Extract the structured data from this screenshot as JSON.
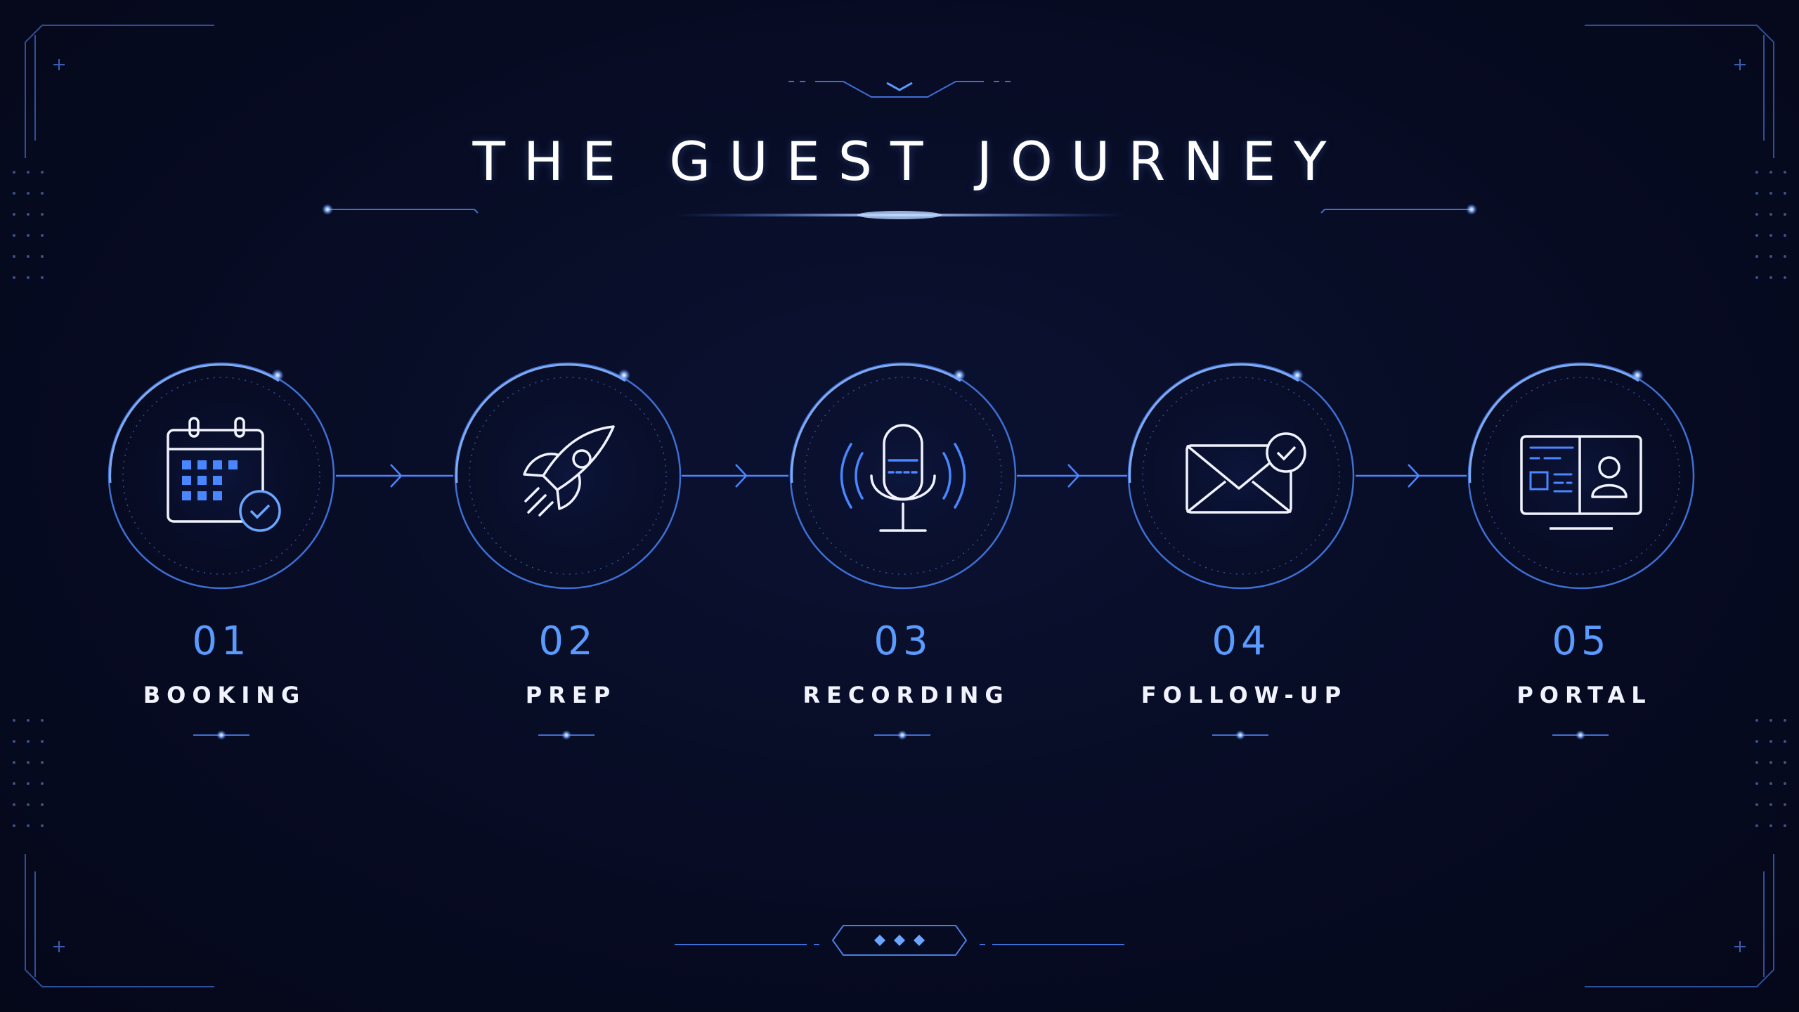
{
  "title": "THE GUEST JOURNEY",
  "colors": {
    "background": "#070b22",
    "accent": "#5a9bff",
    "line": "#3f6fd4",
    "text": "#ffffff"
  },
  "steps": [
    {
      "number": "01",
      "label": "BOOKING",
      "icon": "calendar-check-icon"
    },
    {
      "number": "02",
      "label": "PREP",
      "icon": "rocket-icon"
    },
    {
      "number": "03",
      "label": "RECORDING",
      "icon": "microphone-icon"
    },
    {
      "number": "04",
      "label": "FOLLOW-UP",
      "icon": "envelope-check-icon"
    },
    {
      "number": "05",
      "label": "PORTAL",
      "icon": "profile-portal-icon"
    }
  ]
}
